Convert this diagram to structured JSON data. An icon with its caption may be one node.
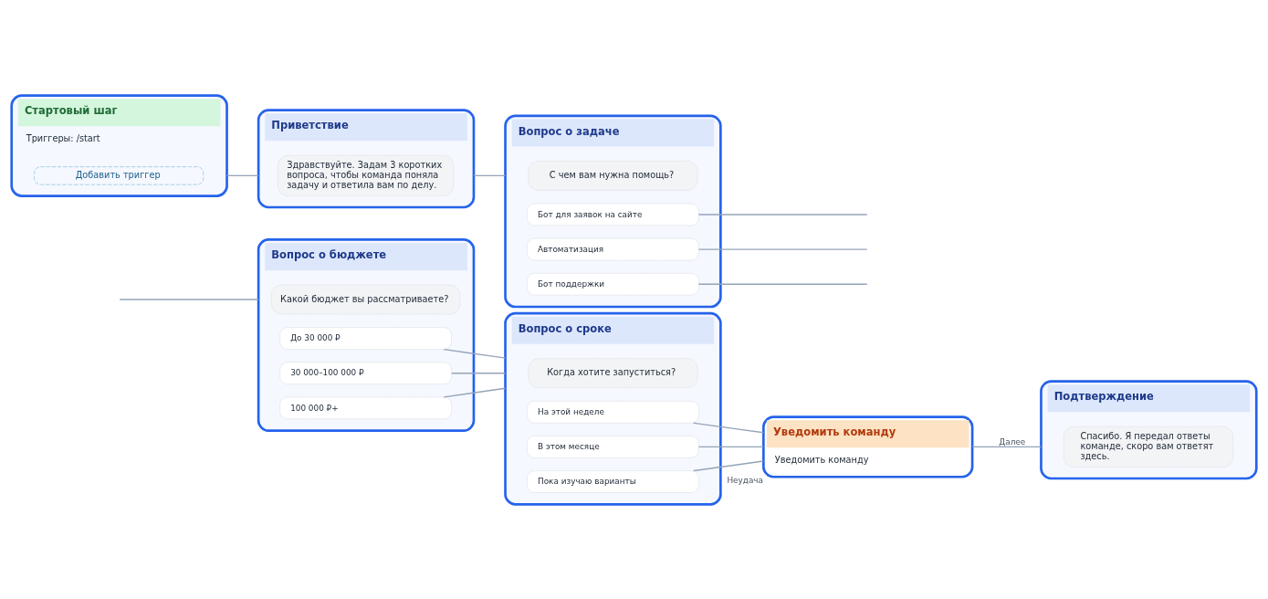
{
  "diagram": {
    "nodes": [
      {
        "text": [
          "Стартовый шаг",
          "Триггеры: /start"
        ]
      },
      {
        "text": [
          "Добавить триггер"
        ],
        "in": 0
      },
      {
        "text": [
          "Приветствие"
        ]
      },
      {
        "text": [
          "Здравствуйте. Задам 3 коротких вопроса, чтобы команда поняла задачу и ответила вам по делу."
        ],
        "in": 2
      },
      {
        "text": [
          "Вопрос о задаче"
        ]
      },
      {
        "text": [
          "С чем вам нужна помощь?"
        ],
        "in": 4
      },
      {
        "text": [
          "Бот для заявок на сайте"
        ],
        "in": 4
      },
      {
        "text": [
          "Автоматизация"
        ],
        "in": 4
      },
      {
        "text": [
          "Бот поддержки"
        ],
        "in": 4
      },
      {
        "text": [
          "Вопрос о бюджете"
        ]
      },
      {
        "text": [
          "Какой бюджет вы рассматриваете?"
        ],
        "in": 9
      },
      {
        "text": [
          "До 30 000 ₽"
        ],
        "in": 9
      },
      {
        "text": [
          "30 000–100 000 ₽"
        ],
        "in": 9
      },
      {
        "text": [
          "100 000 ₽+"
        ],
        "in": 9
      },
      {
        "text": [
          "Вопрос о сроке"
        ]
      },
      {
        "text": [
          "Когда хотите запуститься?"
        ],
        "in": 14
      },
      {
        "text": [
          "На этой неделе"
        ],
        "in": 14
      },
      {
        "text": [
          "В этом месяце"
        ],
        "in": 14
      },
      {
        "text": [
          "Пока изучаю варианты"
        ],
        "in": 14
      },
      {
        "text": [
          "Уведомить команду",
          "Уведомить команду"
        ],
        "beside": [
          "Неудача"
        ]
      },
      {
        "text": [
          "Подтверждение"
        ]
      },
      {
        "text": [
          "Спасибо. Я передал ответы команде, скоро вам ответят здесь."
        ],
        "in": 20
      }
    ],
    "edges": [
      {
        "from": 0,
        "to": 2,
        "arrow": "none"
      },
      {
        "from": 2,
        "to": 4,
        "arrow": "none"
      },
      {
        "from": 6,
        "to": null,
        "arrow": "none"
      },
      {
        "from": 7,
        "to": null,
        "arrow": "none"
      },
      {
        "from": 8,
        "to": null,
        "arrow": "none"
      },
      {
        "from": null,
        "to": 9,
        "arrow": "none"
      },
      {
        "from": 11,
        "to": 14,
        "arrow": "none"
      },
      {
        "from": 12,
        "to": 14,
        "arrow": "none"
      },
      {
        "from": 13,
        "to": 14,
        "arrow": "none"
      },
      {
        "from": 16,
        "to": 19,
        "arrow": "none"
      },
      {
        "from": 17,
        "to": 19,
        "arrow": "none"
      },
      {
        "from": 18,
        "to": 19,
        "arrow": "none"
      },
      {
        "from": 19,
        "to": 20,
        "arrow": "none",
        "label": "Далее"
      }
    ]
  }
}
